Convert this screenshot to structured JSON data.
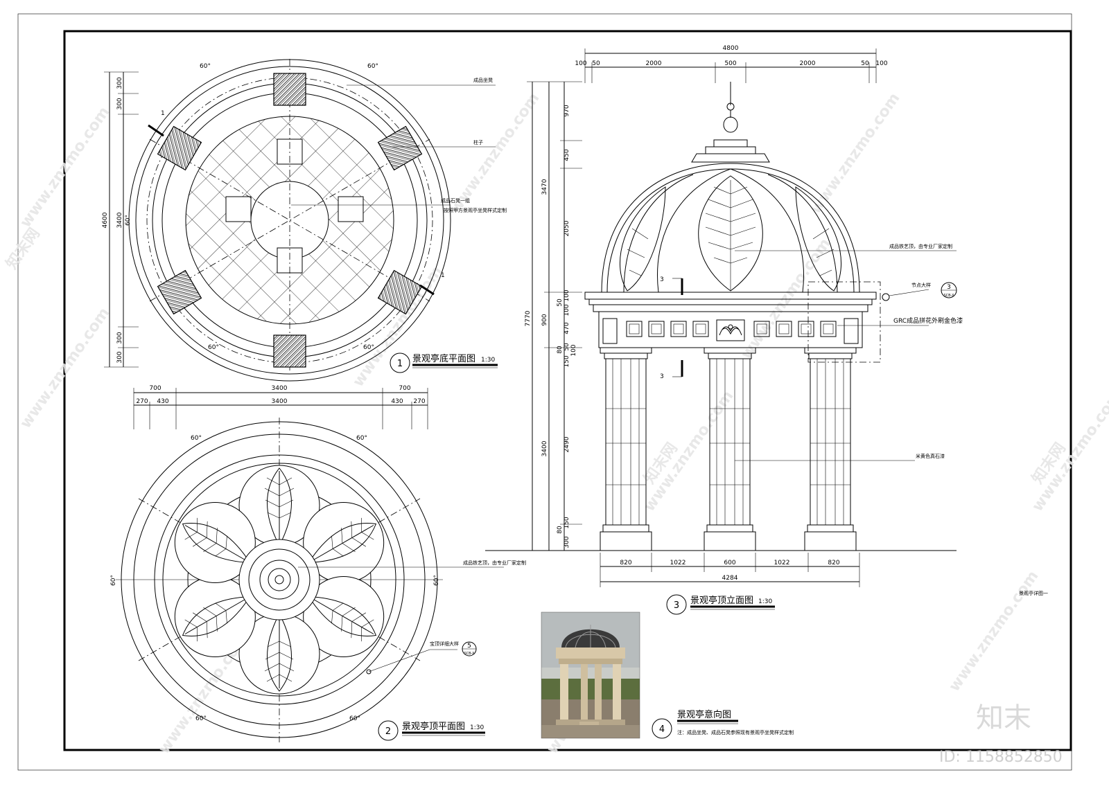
{
  "watermark": {
    "site": "www.znzmo.com",
    "brand_short": "知末网",
    "brand": "知末",
    "id_label": "ID: 1158852850"
  },
  "plan1": {
    "title_num": "1",
    "title": "景观亭底平面图",
    "scale": "1:30",
    "angle": "60°",
    "dim_total": "4600",
    "dim_inner": "3400",
    "dim_a": "300",
    "dim_b": "300",
    "section_mark": "1",
    "labels": [
      "成品坐凳",
      "柱子",
      "成品石凳一组",
      "按照甲方景观亭坐凳样式定制"
    ]
  },
  "plan2": {
    "title_num": "2",
    "title": "景观亭顶平面图",
    "scale": "1:30",
    "angle": "60°",
    "dims_top": [
      "700",
      "3400",
      "700"
    ],
    "dims_bottom": [
      "270",
      "430",
      "3400",
      "430",
      "270"
    ],
    "labels": [
      "成品铁艺顶，由专业厂家定制",
      "宝顶详细大样"
    ],
    "detail_ref": {
      "num": "5",
      "sheet": "SCB-X"
    }
  },
  "elev3": {
    "title_num": "3",
    "title": "景观亭顶立面图",
    "scale": "1:30",
    "dims_top_total": "4800",
    "dims_top": [
      "100",
      "50",
      "2000",
      "500",
      "2000",
      "50",
      "100"
    ],
    "dims_left_total": "7770",
    "dims_left_major": [
      "3470",
      "900",
      "3400"
    ],
    "dims_left_minor": [
      "970",
      "450",
      "2050",
      "100",
      "50",
      "100",
      "470",
      "80",
      "50",
      "100",
      "150",
      "2490",
      "150",
      "80",
      "300"
    ],
    "dims_bottom": [
      "820",
      "1022",
      "600",
      "1022",
      "820"
    ],
    "dims_bottom_total": "4284",
    "labels": [
      "成品铁艺顶，由专业厂家定制",
      "节点大样",
      "GRC成品拼花外刷金色漆",
      "米黄色真石漆"
    ],
    "detail_ref": {
      "num": "3",
      "sheet": "SCB-X"
    },
    "section_mark": "3"
  },
  "photo4": {
    "title_num": "4",
    "title": "景观亭意向图",
    "note": "注：成品坐凳、成品石凳参照现有景观亭坐凳样式定制"
  },
  "sheet_caption": "景观亭详图一"
}
